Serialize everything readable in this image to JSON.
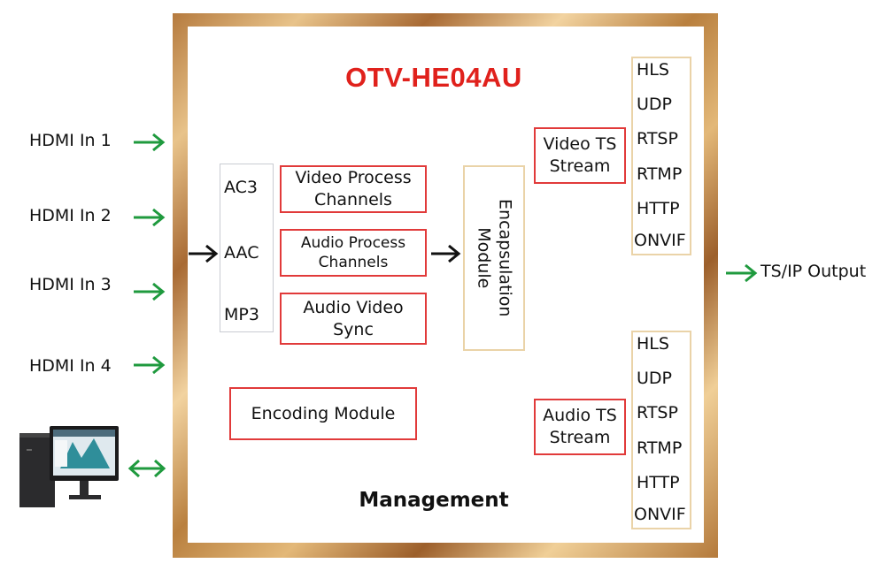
{
  "title": "OTV-HE04AU",
  "inputs": [
    "HDMI In 1",
    "HDMI In 2",
    "HDMI In 3",
    "HDMI In 4"
  ],
  "codecs": [
    "AC3",
    "AAC",
    "MP3"
  ],
  "process_boxes": {
    "video": "Video Process Channels",
    "audio": "Audio Process Channels",
    "sync": "Audio Video Sync"
  },
  "encoding_module": "Encoding Module",
  "encapsulation_module": "Encapsulation Module",
  "video_ts_stream": "Video TS Stream",
  "audio_ts_stream": "Audio TS Stream",
  "protocols": [
    "HLS",
    "UDP",
    "RTSP",
    "RTMP",
    "HTTP",
    "ONVIF"
  ],
  "management": "Management",
  "output": "TS/IP Output",
  "colors": {
    "title": "#e0211c",
    "box_border": "#e13a3a",
    "arrow_green": "#1f9a3e",
    "frame_gold": "#c48a4a",
    "protocol_border": "#ead3a8"
  },
  "icons": {
    "pc": "desktop-computer-icon",
    "bidirectional": "double-arrow-icon"
  }
}
